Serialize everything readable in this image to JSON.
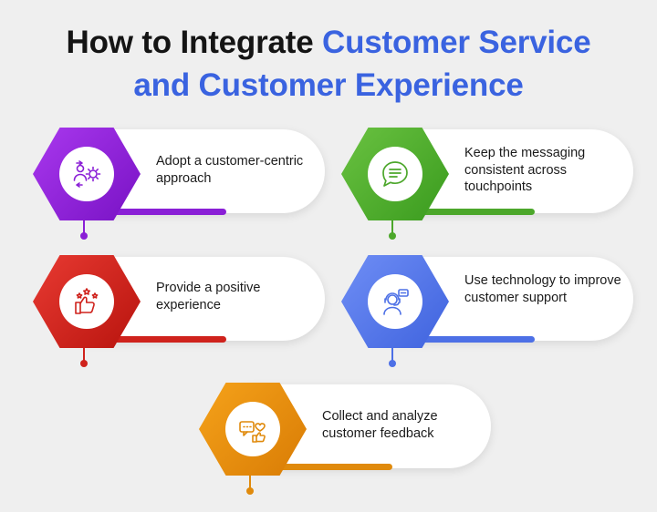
{
  "title": {
    "line1_dark": "How to Integrate ",
    "line1_accent": "Customer Service",
    "line2_accent": "and Customer Experience"
  },
  "colors": {
    "title_dark": "#141414",
    "title_accent": "#3a63e0",
    "purple": "#8a1fd6",
    "green": "#4ca72b",
    "red": "#cf221c",
    "blue": "#4d70e6",
    "orange": "#e08a0c",
    "background": "#efefef"
  },
  "steps": [
    {
      "color": "purple",
      "icon": "customer-gear-icon",
      "label": "Adopt a customer-centric approach"
    },
    {
      "color": "green",
      "icon": "chat-bubble-icon",
      "label": "Keep the messaging consistent across touchpoints"
    },
    {
      "color": "red",
      "icon": "thumbs-up-stars-icon",
      "label": "Provide a positive experience"
    },
    {
      "color": "blue",
      "icon": "support-agent-icon",
      "label": "Use technology to improve customer support"
    },
    {
      "color": "orange",
      "icon": "feedback-heart-icon",
      "label": "Collect and analyze customer feedback"
    }
  ]
}
